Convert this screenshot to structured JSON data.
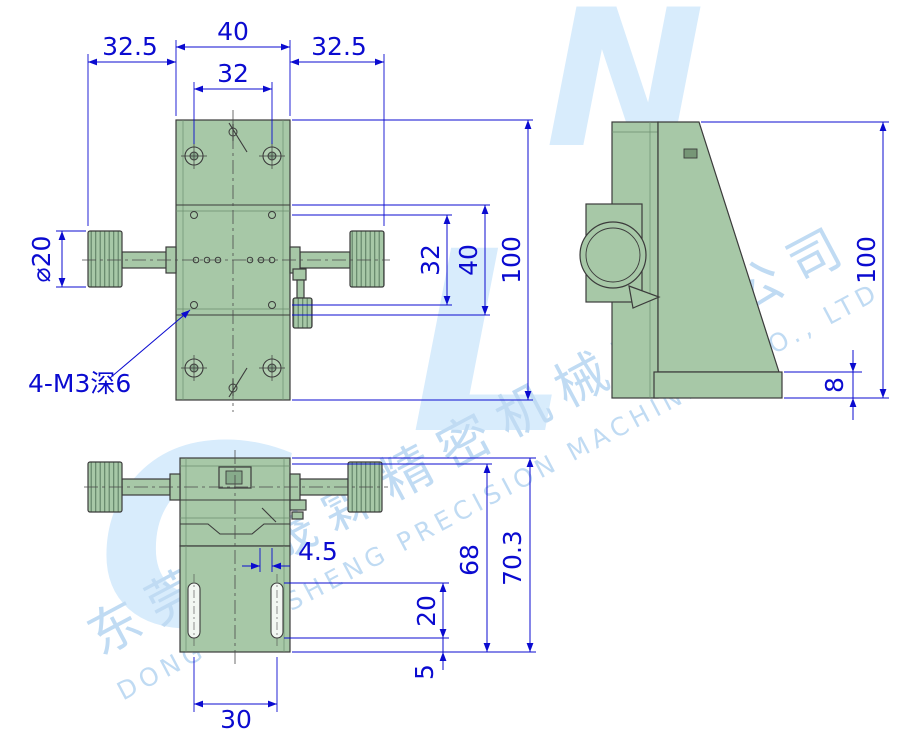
{
  "page": {
    "background": "#ffffff"
  },
  "colors": {
    "part_fill": "#a7c8a7",
    "part_stroke": "#3b3b3b",
    "dimension": "#0b0bd0",
    "watermark": "#c0dbf3"
  },
  "watermark": {
    "letters": [
      "G",
      "L",
      "N"
    ],
    "cn_text": "东莞市晟霖精密机械有限公司",
    "en_text": "DONGGUANSHENG PRECISION MACHINERY CO., LTD"
  },
  "front_view": {
    "dim_top_left": "32.5",
    "dim_top_width": "40",
    "dim_top_right": "32.5",
    "dim_hole_span": "32",
    "dim_knob_dia": "⌀20",
    "dim_side_hole_span": "32",
    "dim_side_carriage": "40",
    "dim_side_height": "100",
    "label_thread_holes": "4-M3深6"
  },
  "side_view": {
    "dim_height": "100",
    "dim_base_thickness": "8"
  },
  "bottom_view": {
    "dim_offset": "4.5",
    "dim_body_height": "68",
    "dim_total_height": "70.3",
    "dim_slot_length": "20",
    "dim_slot_edge": "5",
    "dim_slot_span": "30"
  }
}
